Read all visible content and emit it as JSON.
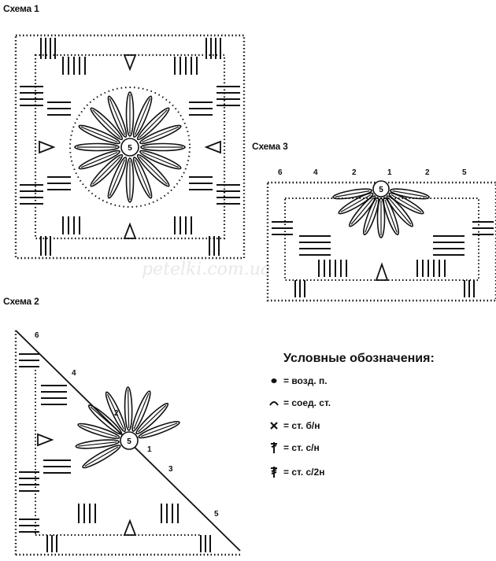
{
  "schemes": {
    "scheme1": {
      "title": "Схема 1"
    },
    "scheme2": {
      "title": "Схема 2",
      "row_numbers": [
        "6",
        "4",
        "2",
        "1",
        "3",
        "5"
      ]
    },
    "scheme3": {
      "title": "Схема 3",
      "row_numbers": [
        "6",
        "4",
        "2",
        "1",
        "2",
        "5"
      ]
    }
  },
  "center_number": "5",
  "watermark": "petelki.com.ua",
  "legend": {
    "title": "Условные обозначения:",
    "items": [
      {
        "icon": "chain-stitch-icon",
        "text": "= возд. п."
      },
      {
        "icon": "slip-stitch-icon",
        "text": "= соед. ст."
      },
      {
        "icon": "single-crochet-icon",
        "text": "= ст. б/н"
      },
      {
        "icon": "double-crochet-icon",
        "text": "= ст. с/н"
      },
      {
        "icon": "half-double-crochet-icon",
        "text": "= ст. с/2н"
      }
    ]
  }
}
